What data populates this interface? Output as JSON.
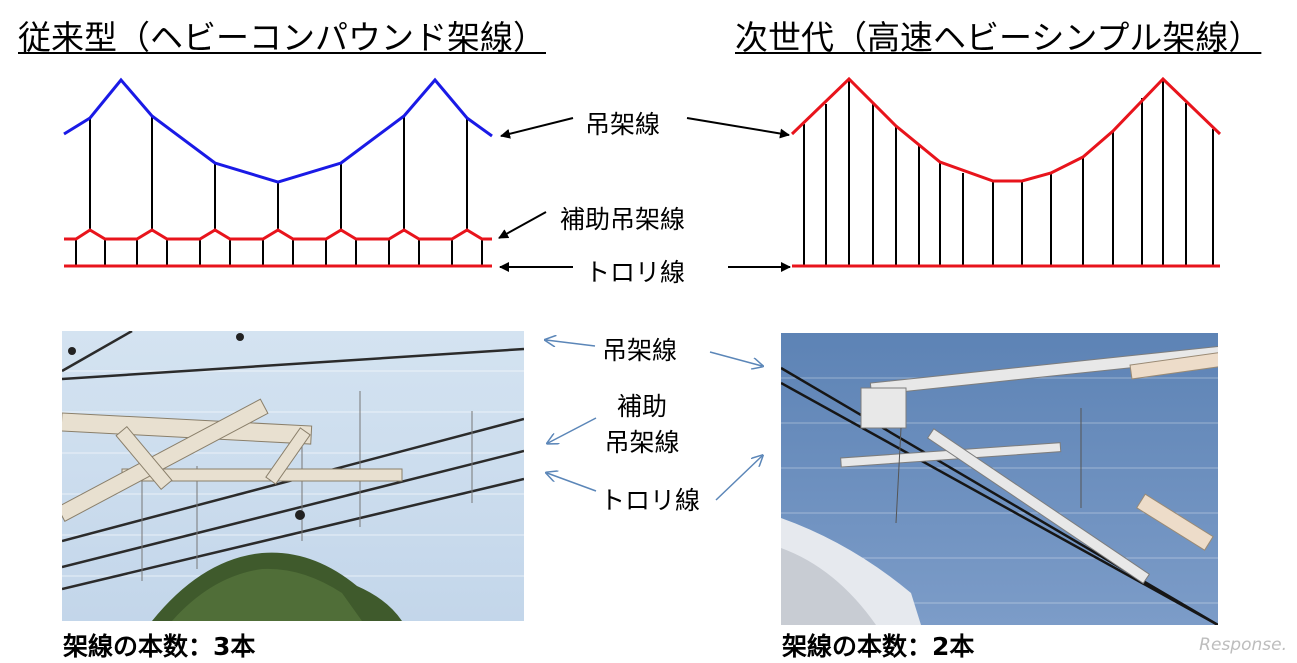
{
  "titles": {
    "left": "従来型（ヘビーコンパウンド架線）",
    "right": "次世代（高速ヘビーシンプル架線）"
  },
  "labels": {
    "messenger": "吊架線",
    "auxiliary": "補助吊架線",
    "trolley": "トロリ線",
    "photo_messenger": "吊架線",
    "photo_aux_line1": "補助",
    "photo_aux_line2": "吊架線",
    "photo_trolley": "トロリ線"
  },
  "captions": {
    "left": "架線の本数：3本",
    "right": "架線の本数：2本"
  },
  "logo": "Response.",
  "colors": {
    "messenger_left": "#1a1ae6",
    "red_wire": "#e8141c",
    "arrow_photo": "#5b86b8"
  }
}
